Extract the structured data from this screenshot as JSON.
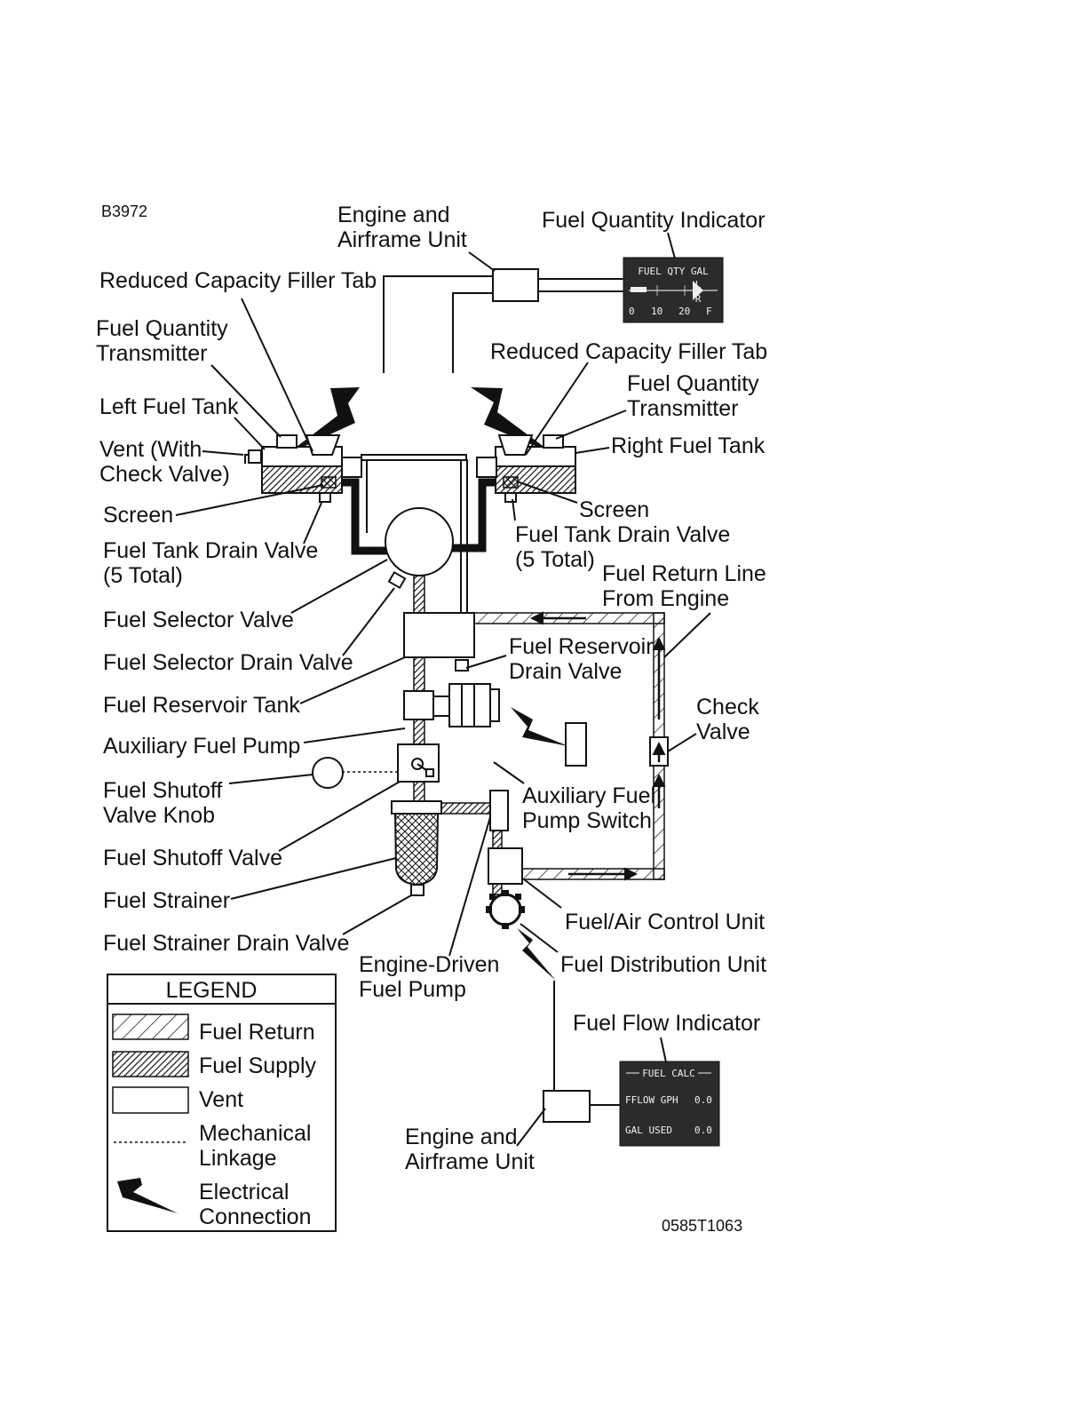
{
  "figure_id": "B3972",
  "figure_code": "0585T1063",
  "labels": {
    "engine_airframe_top": [
      "Engine and",
      "Airframe Unit"
    ],
    "fuel_qty_indicator": "Fuel Quantity Indicator",
    "reduced_cap_left": "Reduced Capacity Filler Tab",
    "fuel_qty_tx_left": [
      "Fuel Quantity",
      "Transmitter"
    ],
    "left_fuel_tank": "Left Fuel Tank",
    "vent_check": [
      "Vent (With",
      "Check Valve)"
    ],
    "screen_left": "Screen",
    "drain_left": [
      "Fuel Tank Drain Valve",
      "(5 Total)"
    ],
    "fuel_selector_valve": "Fuel Selector Valve",
    "fuel_selector_drain": "Fuel Selector Drain Valve",
    "fuel_reservoir_tank": "Fuel Reservoir Tank",
    "aux_fuel_pump": "Auxiliary Fuel Pump",
    "shutoff_knob": [
      "Fuel Shutoff",
      "Valve Knob"
    ],
    "shutoff_valve": "Fuel Shutoff Valve",
    "fuel_strainer": "Fuel Strainer",
    "strainer_drain": "Fuel Strainer Drain Valve",
    "reduced_cap_right": "Reduced Capacity Filler Tab",
    "fuel_qty_tx_right": [
      "Fuel Quantity",
      "Transmitter"
    ],
    "right_fuel_tank": "Right Fuel Tank",
    "screen_right": "Screen",
    "drain_right": [
      "Fuel Tank Drain Valve",
      "(5 Total)"
    ],
    "return_line": [
      "Fuel Return Line",
      "From Engine"
    ],
    "reservoir_drain": [
      "Fuel Reservoir",
      "Drain Valve"
    ],
    "check_valve": [
      "Check",
      "Valve"
    ],
    "aux_pump_switch": [
      "Auxiliary Fuel",
      "Pump Switch"
    ],
    "fuel_air_control": "Fuel/Air Control Unit",
    "fuel_distribution": "Fuel Distribution Unit",
    "engine_driven_pump": [
      "Engine-Driven",
      "Fuel Pump"
    ],
    "fuel_flow_indicator": "Fuel Flow Indicator",
    "engine_airframe_bottom": [
      "Engine and",
      "Airframe Unit"
    ]
  },
  "fuel_qty_display": {
    "title": "FUEL QTY GAL",
    "ticks": [
      "0",
      "10",
      "20",
      "F"
    ],
    "markers": [
      "L",
      "R"
    ]
  },
  "fuel_calc_display": {
    "title": "FUEL CALC",
    "rows": [
      {
        "label": "FFLOW GPH",
        "value": "0.0"
      },
      {
        "label": "GAL USED",
        "value": "0.0"
      }
    ]
  },
  "legend": {
    "title": "LEGEND",
    "items": [
      {
        "kind": "fuel-return",
        "label": [
          "Fuel Return"
        ]
      },
      {
        "kind": "fuel-supply",
        "label": [
          "Fuel Supply"
        ]
      },
      {
        "kind": "vent",
        "label": [
          "Vent"
        ]
      },
      {
        "kind": "mechanical-linkage",
        "label": [
          "Mechanical",
          "Linkage"
        ]
      },
      {
        "kind": "electrical-connection",
        "label": [
          "Electrical",
          "Connection"
        ]
      }
    ]
  }
}
